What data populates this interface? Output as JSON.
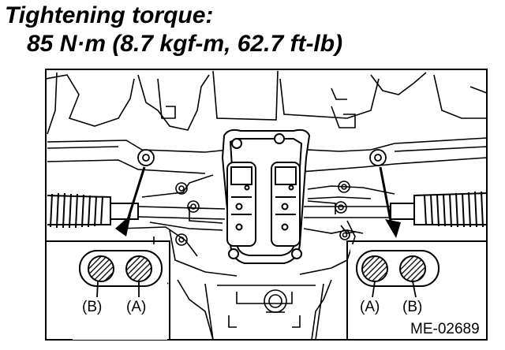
{
  "heading": {
    "line1": "Tightening torque:",
    "line2": "85 N·m (8.7 kgf-m, 62.7 ft-lb)"
  },
  "diagram": {
    "left_callout": {
      "label_b": "(B)",
      "label_a": "(A)"
    },
    "right_callout": {
      "label_a": "(A)",
      "label_b": "(B)"
    },
    "figure_id": "ME-02689"
  }
}
